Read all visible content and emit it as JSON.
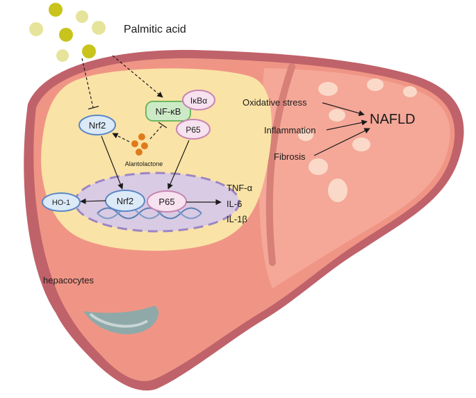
{
  "labels": {
    "palmitic_acid": "Palmitic acid",
    "nafld": "NAFLD",
    "oxidative_stress": "Oxidative stress",
    "inflammation": "Inflammation",
    "fibrosis": "Fibrosis",
    "hepatocytes": "hepacocytes",
    "alantolactone": "Alantolactone",
    "nrf2_cytoplasm": "Nrf2",
    "nfkb": "NF-κB",
    "ikba": "IκBα",
    "p65_cytoplasm": "P65",
    "ho1": "HO-1",
    "nrf2_nucleus": "Nrf2",
    "p65_nucleus": "P65",
    "cytokines": [
      "TNF-α",
      "IL-6",
      "IL-1β"
    ]
  },
  "colors": {
    "liver_outline": "#c0626a",
    "liver_fill": "#f09585",
    "liver_inner": "#f5a898",
    "cell_fill": "#fae3a6",
    "nucleus_fill": "#d9cbe3",
    "nucleus_border": "#9b86c4",
    "acid_dot": "#c8c41c",
    "acid_dot_light": "#e6e49a",
    "nrf2_fill": "#dceaf8",
    "nrf2_border": "#5b87c5",
    "nfkb_fill": "#cdeac6",
    "nfkb_border": "#6cb75e",
    "pink_fill": "#f7e2ef",
    "pink_border": "#c785b2",
    "alantolactone": "#e07a1a",
    "gallbladder": "#8fa9a8"
  }
}
